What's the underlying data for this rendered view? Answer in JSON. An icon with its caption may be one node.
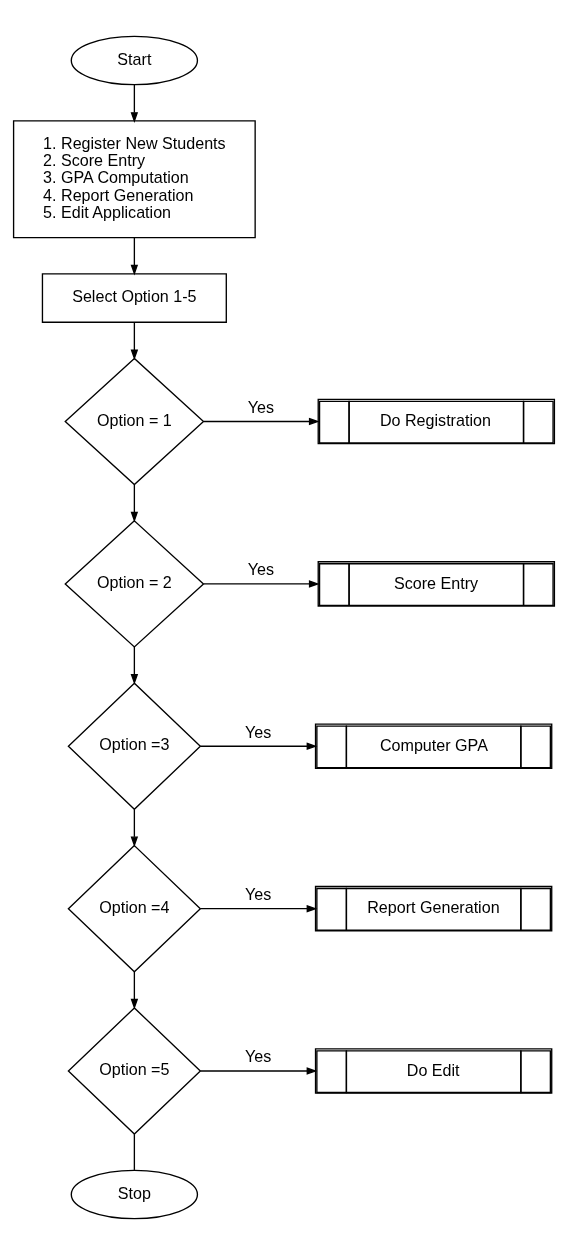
{
  "diagram": {
    "nodes": [
      {
        "text": [
          "Start"
        ]
      },
      {
        "text": [
          "1. Register New Students",
          "2. Score Entry",
          "3. GPA Computation",
          "4. Report Generation",
          "5. Edit Application"
        ]
      },
      {
        "text": [
          "Select Option 1-5"
        ]
      },
      {
        "text": [
          "Option = 1"
        ]
      },
      {
        "text": [
          "Do Registration"
        ]
      },
      {
        "text": [
          "Option = 2"
        ]
      },
      {
        "text": [
          "Score Entry"
        ]
      },
      {
        "text": [
          "Option =3"
        ]
      },
      {
        "text": [
          "Computer GPA"
        ]
      },
      {
        "text": [
          "Option =4"
        ]
      },
      {
        "text": [
          "Report Generation"
        ]
      },
      {
        "text": [
          "Option =5"
        ]
      },
      {
        "text": [
          "Do Edit"
        ]
      },
      {
        "text": [
          "Stop"
        ]
      }
    ],
    "edges": [
      {
        "from": 0,
        "to": 1,
        "arrow": "to"
      },
      {
        "from": 1,
        "to": 2,
        "arrow": "to"
      },
      {
        "from": 2,
        "to": 3,
        "arrow": "to"
      },
      {
        "from": 3,
        "to": 4,
        "arrow": "to",
        "label": "Yes"
      },
      {
        "from": 3,
        "to": 5,
        "arrow": "to"
      },
      {
        "from": 5,
        "to": 6,
        "arrow": "to",
        "label": "Yes"
      },
      {
        "from": 5,
        "to": 7,
        "arrow": "to"
      },
      {
        "from": 7,
        "to": 8,
        "arrow": "to",
        "label": "Yes"
      },
      {
        "from": 7,
        "to": 9,
        "arrow": "to"
      },
      {
        "from": 9,
        "to": 10,
        "arrow": "to",
        "label": "Yes"
      },
      {
        "from": 9,
        "to": 11,
        "arrow": "to"
      },
      {
        "from": 11,
        "to": 12,
        "arrow": "to",
        "label": "Yes"
      },
      {
        "from": 11,
        "to": 13,
        "arrow": "none"
      }
    ]
  }
}
